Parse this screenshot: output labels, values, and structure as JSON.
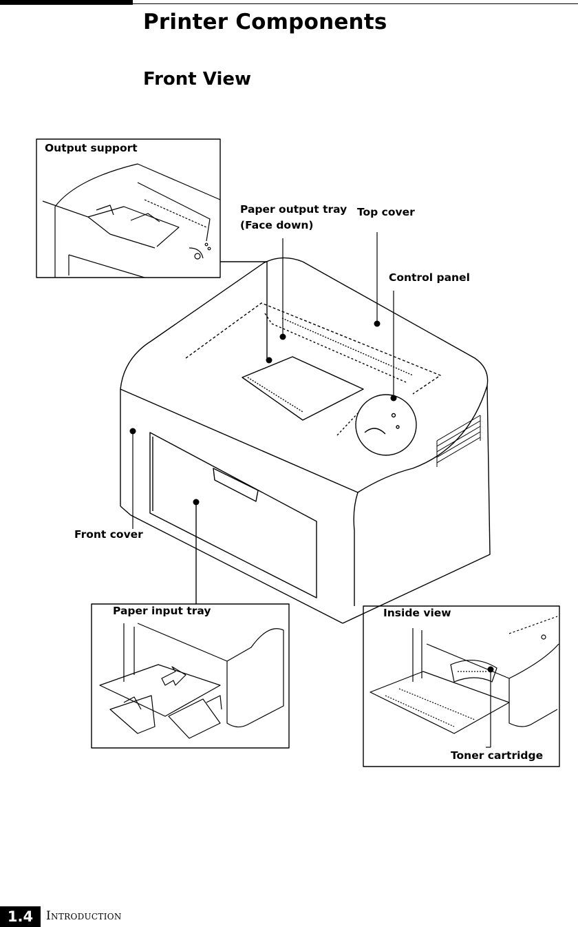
{
  "page": {
    "title": "Printer Components",
    "subtitle": "Front View"
  },
  "labels": {
    "output_support": "Output support",
    "paper_output_tray_line1": "Paper output tray",
    "paper_output_tray_line2": "(Face down)",
    "top_cover": "Top cover",
    "control_panel": "Control panel",
    "front_cover": "Front cover",
    "paper_input_tray": "Paper input tray",
    "inside_view": "Inside view",
    "toner_cartridge": "Toner cartridge"
  },
  "footer": {
    "page_number": "1.4",
    "section": "Introduction"
  }
}
